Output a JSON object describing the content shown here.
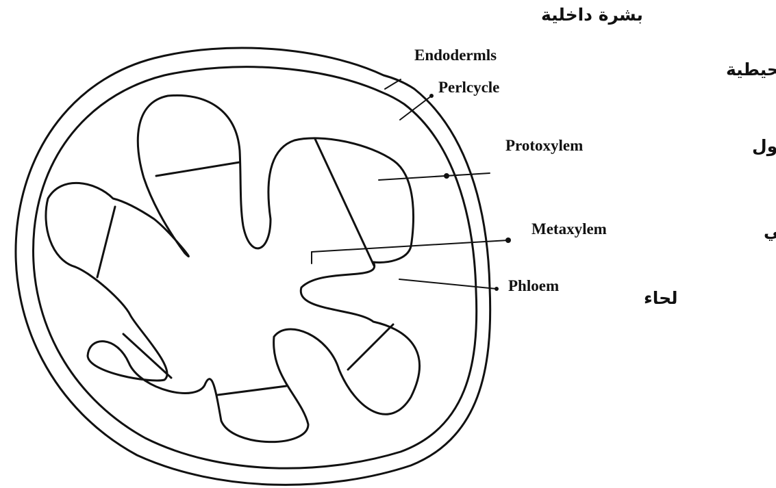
{
  "labels": {
    "endodermis": {
      "en": "Endodermls",
      "ar": "بشرة داخلية"
    },
    "pericycle": {
      "en": "Perlcycle",
      "ar": "دائرة محيطية"
    },
    "protoxylem": {
      "en": "Protoxylem",
      "ar": "خشب أول"
    },
    "metaxylem": {
      "en": "Metaxylem",
      "ar": "خشب تالي"
    },
    "phloem": {
      "en": "Phloem",
      "ar": "لحاء"
    }
  }
}
